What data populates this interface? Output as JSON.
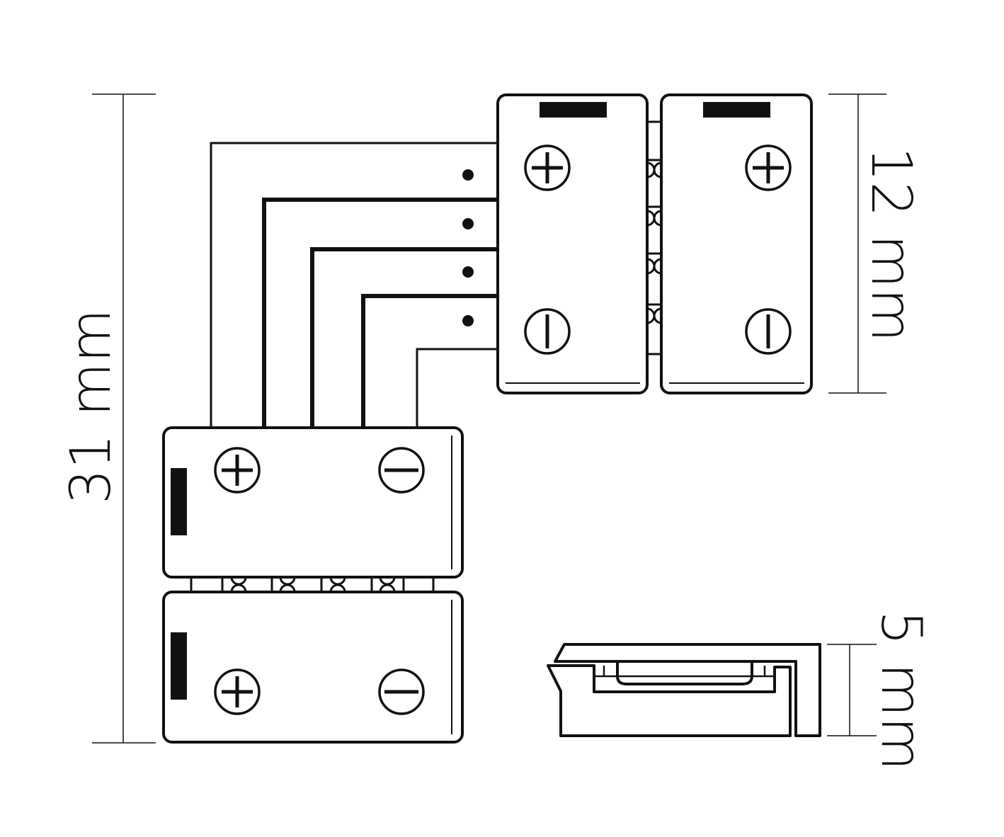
{
  "dimensions": {
    "height_label": "31 mm",
    "width_label": "12 mm",
    "depth_label": "5 mm"
  },
  "symbols": {
    "positive": "plus-terminal-icon",
    "negative": "minus-terminal-icon"
  },
  "colors": {
    "line": "#111111",
    "background": "#ffffff"
  }
}
